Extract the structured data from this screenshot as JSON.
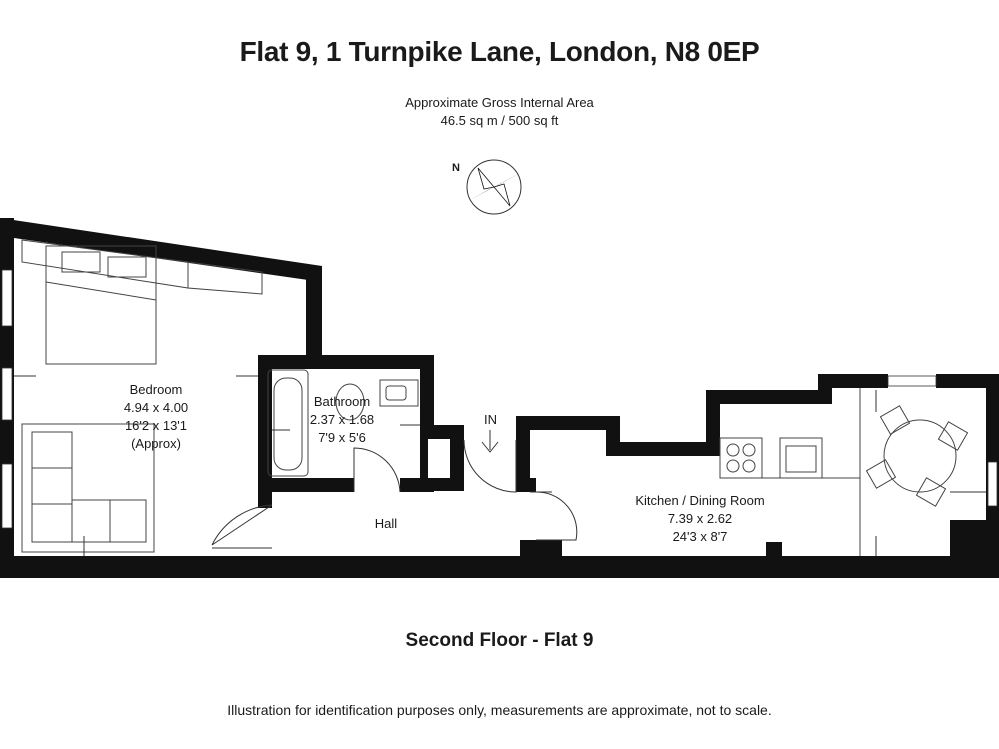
{
  "header": {
    "title": "Flat 9, 1 Turnpike Lane, London, N8 0EP",
    "area_label": "Approximate Gross Internal Area",
    "area_value": "46.5 sq m / 500 sq ft"
  },
  "compass": {
    "north_label": "N"
  },
  "rooms": {
    "bedroom": {
      "name": "Bedroom",
      "metric": "4.94 x 4.00",
      "imperial": "16'2 x 13'1",
      "note": "(Approx)"
    },
    "bathroom": {
      "name": "Bathroom",
      "metric": "2.37 x 1.68",
      "imperial": "7'9 x 5'6"
    },
    "hall": {
      "name": "Hall"
    },
    "kitchen": {
      "name": "Kitchen / Dining Room",
      "metric": "7.39 x 2.62",
      "imperial": "24'3 x 8'7"
    }
  },
  "entrance_label": "IN",
  "footer": {
    "floor_label": "Second Floor - Flat 9",
    "disclaimer": "Illustration for identification purposes only, measurements are approximate, not to scale."
  },
  "colors": {
    "wall": "#111111",
    "line": "#333333",
    "background": "#ffffff"
  }
}
